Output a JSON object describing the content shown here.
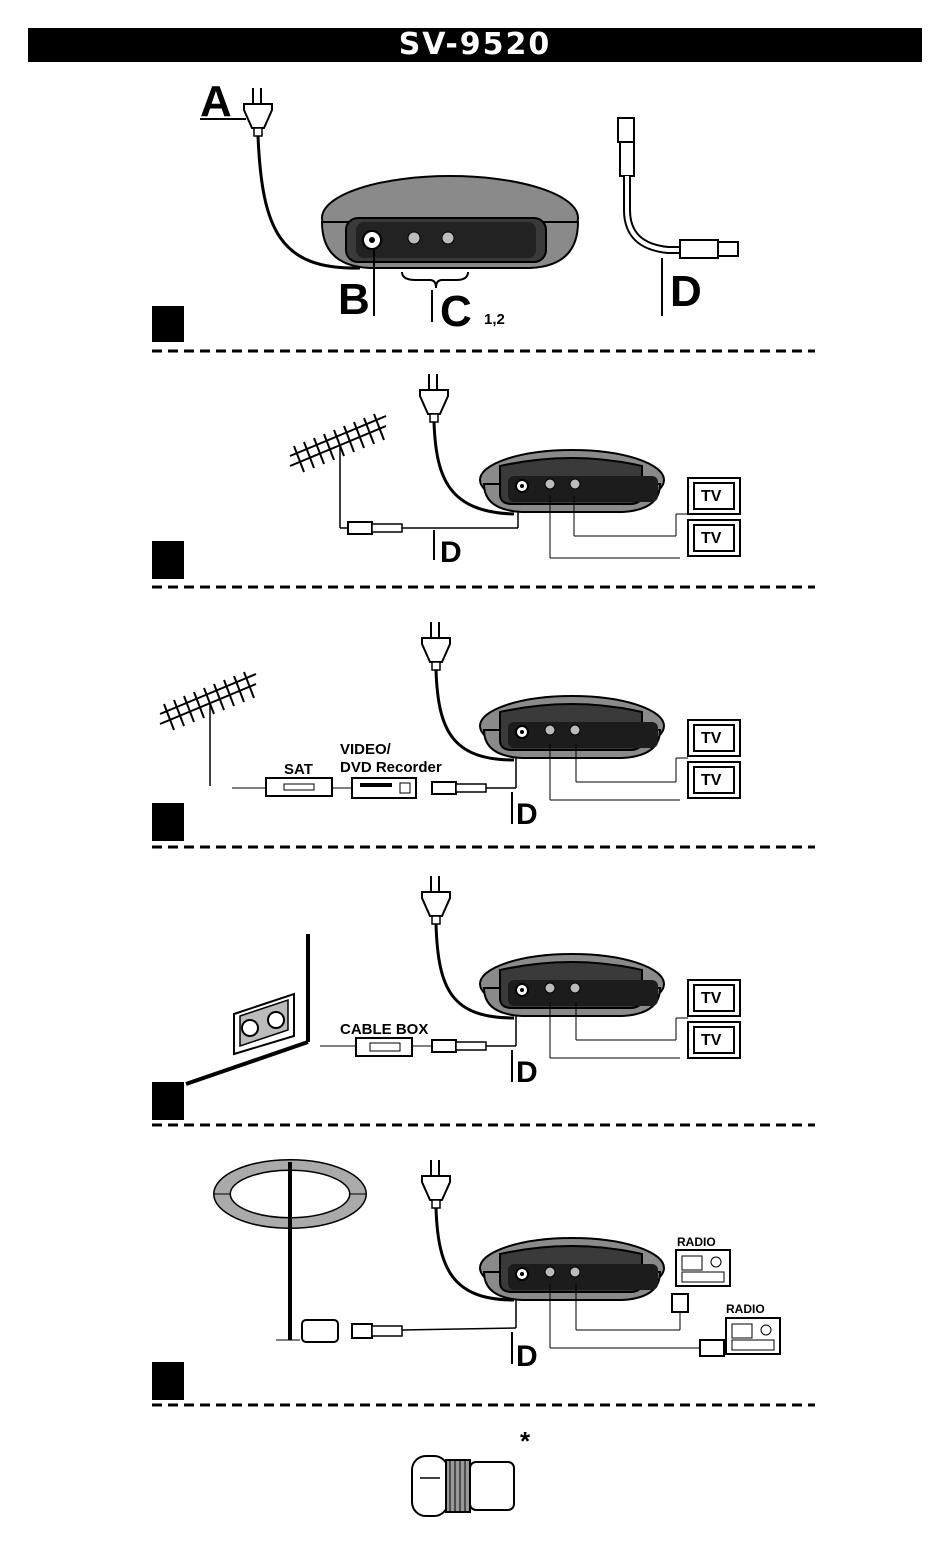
{
  "title": "SV-9520",
  "labels": {
    "plug": "A",
    "antenna_port": "B",
    "outputs": "C",
    "outputs_suffix": "1,2",
    "cable": "D"
  },
  "devices": {
    "tv": "TV",
    "sat": "SAT",
    "video_line1": "VIDEO/",
    "video_line2": "DVD Recorder",
    "cable_box": "CABLE BOX",
    "radio": "RADIO"
  },
  "footnote_mark": "*",
  "colors": {
    "device_body": "#8a8a8a",
    "device_panel": "#3a3a3a",
    "ink": "#000000"
  }
}
